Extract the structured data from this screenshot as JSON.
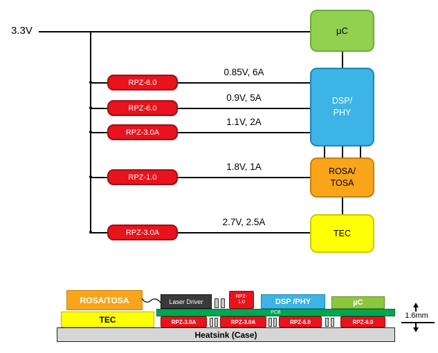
{
  "colors": {
    "regulator_red": "#E8131D",
    "uc_green": "#92D050",
    "dsp_blue": "#3CB4E5",
    "rosa_orange": "#F9A51A",
    "tec_yellow": "#FFFF05",
    "pcb_green": "#00A650",
    "laser_driver_gray": "#3A3A3A",
    "heatsink_gray": "#D6D6D6"
  },
  "schematic": {
    "supply": "3.3V",
    "regulators": [
      {
        "label": "RPZ-6.0",
        "rail": "0.85V, 6A"
      },
      {
        "label": "RPZ-6.0",
        "rail": "0.9V, 5A"
      },
      {
        "label": "RPZ-3.0A",
        "rail": "1.1V, 2A"
      },
      {
        "label": "RPZ-1.0",
        "rail": "1.8V, 1A"
      },
      {
        "label": "RPZ-3.0A",
        "rail": "2.7V, 2.5A"
      }
    ],
    "uc": "µC",
    "dsp": "DSP/\nPHY",
    "rosa": "ROSA/\nTOSA",
    "tec": "TEC"
  },
  "layout": {
    "rosa_tosa": "ROSA/TOSA",
    "tec": "TEC",
    "laser_driver": "Laser Driver",
    "rpz_small": "RPZ-\n1.0",
    "dsp_phy": "DSP /PHY",
    "uc": "µC",
    "pcb": "PCB",
    "bottom_regulators": [
      "RPZ-3.0A",
      "RPZ-3.0A",
      "RPZ-6.0",
      "RPZ-6.0"
    ],
    "heatsink": "Heatsink (Case)",
    "thickness": "1.6mm"
  }
}
